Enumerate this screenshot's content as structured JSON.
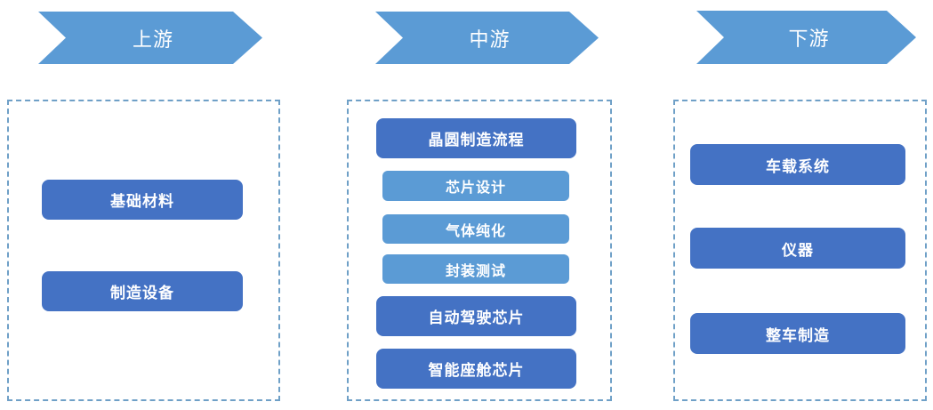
{
  "diagram_title": "automotive-semiconductor-industry-chain",
  "colors": {
    "arrow_fill": "#5B9BD5",
    "box_dark": "#4472C4",
    "box_light": "#5B9BD5",
    "dashed_border": "#6FA0C7",
    "text": "#FFFFFF"
  },
  "columns": [
    {
      "id": "upstream",
      "header": "上游",
      "items": [
        {
          "label": "基础材料",
          "variant": "dark"
        },
        {
          "label": "制造设备",
          "variant": "dark"
        }
      ]
    },
    {
      "id": "midstream",
      "header": "中游",
      "items": [
        {
          "label": "晶圆制造流程",
          "variant": "dark"
        },
        {
          "label": "芯片设计",
          "variant": "light"
        },
        {
          "label": "气体纯化",
          "variant": "light"
        },
        {
          "label": "封装测试",
          "variant": "light"
        },
        {
          "label": "自动驾驶芯片",
          "variant": "dark"
        },
        {
          "label": "智能座舱芯片",
          "variant": "dark"
        }
      ]
    },
    {
      "id": "downstream",
      "header": "下游",
      "items": [
        {
          "label": "车载系统",
          "variant": "dark"
        },
        {
          "label": "仪器",
          "variant": "dark"
        },
        {
          "label": "整车制造",
          "variant": "dark"
        }
      ]
    }
  ]
}
